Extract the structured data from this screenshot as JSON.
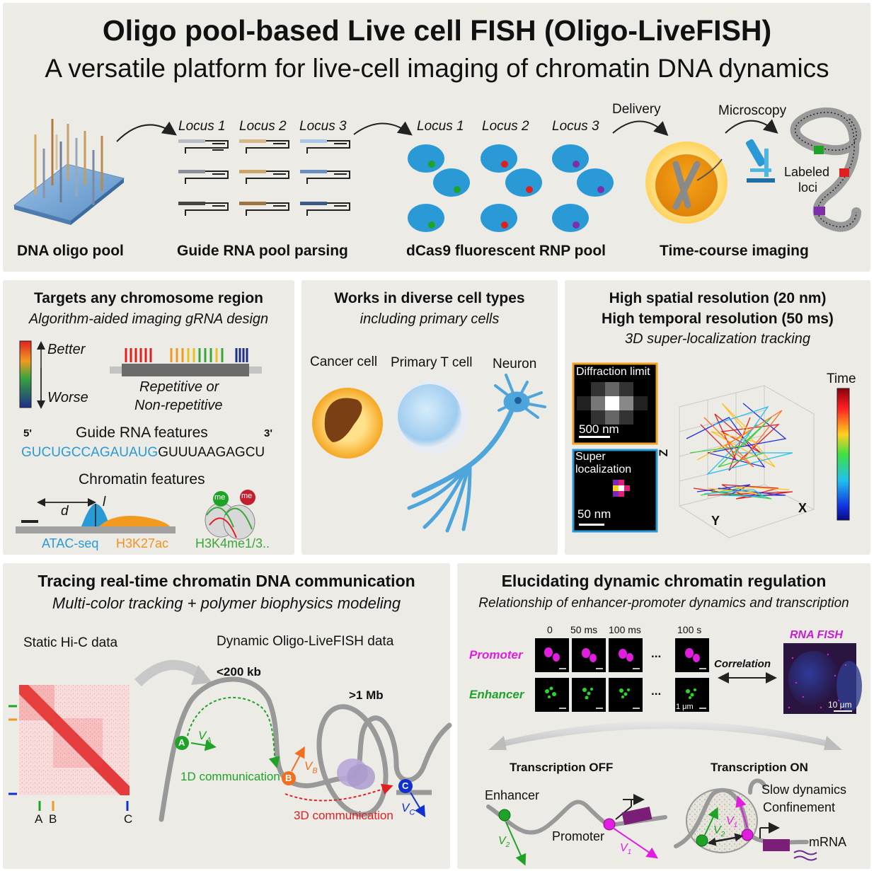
{
  "header": {
    "title": "Oligo pool-based Live cell FISH (Oligo-LiveFISH)",
    "subtitle": "A versatile platform for live-cell imaging of chromatin DNA dynamics"
  },
  "workflow": {
    "loci_gRNA": [
      "Locus 1",
      "Locus 2",
      "Locus 3"
    ],
    "loci_rnp": [
      "Locus 1",
      "Locus 2",
      "Locus 3"
    ],
    "delivery": "Delivery",
    "microscopy": "Microscopy",
    "labeled_loci_1": "Labeled",
    "labeled_loci_2": "loci",
    "step_oligo": "DNA oligo pool",
    "step_guide": "Guide RNA pool parsing",
    "step_rnp": "dCas9 fluorescent RNP pool",
    "step_imaging": "Time-course imaging"
  },
  "targets": {
    "title": "Targets any chromosome region",
    "subtitle": "Algorithm-aided imaging gRNA design",
    "better": "Better",
    "worse": "Worse",
    "repetitive_1": "Repetitive or",
    "repetitive_2": "Non-repetitive",
    "five_prime": "5'",
    "three_prime": "3'",
    "guide_features": "Guide RNA features",
    "seq_blue": "GUCUGCCAGAUAUG",
    "seq_black": "GUUUAAGAGCU",
    "chromatin_features": "Chromatin features",
    "d": "d",
    "l": "l",
    "atac": "ATAC-seq",
    "h3k27ac": "H3K27ac",
    "h3k4": "H3K4me1/3..",
    "me": "me"
  },
  "celltypes": {
    "title": "Works in diverse cell types",
    "subtitle": "including primary cells",
    "cancer": "Cancer cell",
    "tcell": "Primary T cell",
    "neuron": "Neuron"
  },
  "resolution": {
    "title1": "High spatial resolution (20 nm)",
    "title2": "High temporal resolution (50 ms)",
    "subtitle": "3D super-localization tracking",
    "diffraction": "Diffraction limit",
    "scale_500": "500 nm",
    "super_1": "Super",
    "super_2": "localization",
    "scale_50": "50 nm",
    "time": "Time",
    "axis_z": "Z",
    "axis_x": "X",
    "axis_y": "Y"
  },
  "tracing": {
    "title": "Tracing real-time chromatin DNA communication",
    "subtitle": "Multi-color tracking + polymer biophysics modeling",
    "hic": "Static Hi-C data",
    "dynamic": "Dynamic Oligo-LiveFISH data",
    "kb": "<200 kb",
    "mb": ">1 Mb",
    "one_d": "1D communication",
    "three_d": "3D communication",
    "A": "A",
    "B": "B",
    "C": "C",
    "vA": "V",
    "vA_sub": "A",
    "vB": "V",
    "vB_sub": "B",
    "vC": "V",
    "vC_sub": "C"
  },
  "regulation": {
    "title": "Elucidating dynamic chromatin regulation",
    "subtitle": "Relationship of enhancer-promoter dynamics and transcription",
    "times": [
      "0",
      "50 ms",
      "100 ms",
      "100 s"
    ],
    "promoter": "Promoter",
    "enhancer": "Enhancer",
    "dots": "...",
    "scale_1um": "1 μm",
    "correlation": "Correlation",
    "rnafish": "RNA FISH",
    "scale_10um": "10 μm",
    "off": "Transcription OFF",
    "on": "Transcription ON",
    "enhancer_lbl": "Enhancer",
    "promoter_lbl": "Promoter",
    "slow": "Slow dynamics",
    "confinement": "Confinement",
    "mrna": "mRNA",
    "v1": "V",
    "v1_sub": "1",
    "v2": "V",
    "v2_sub": "2"
  },
  "colors": {
    "panel_bg": "#ecebe6",
    "blue_seq": "#2a9ad6",
    "atac": "#2a9ad6",
    "h3k27ac": "#f0921e",
    "h3k4": "#3aa63a",
    "promoter": "#e11de0",
    "enhancer": "#1ea326",
    "red_3d": "#e02020",
    "rnafish": "#c41fd0"
  }
}
